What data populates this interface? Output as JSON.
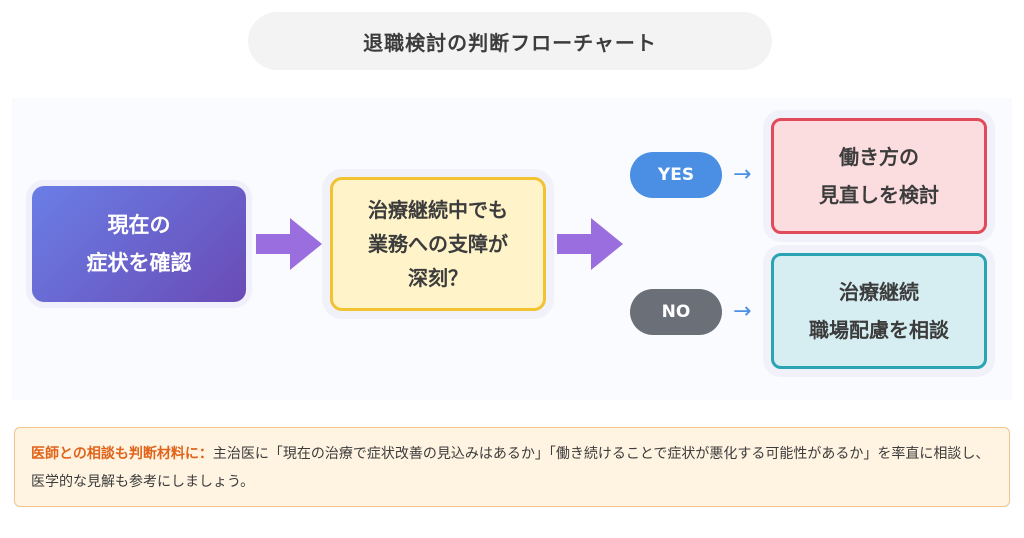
{
  "title": "退職検討の判断フローチャート",
  "nodes": {
    "symptoms": "現在の\n症状を確認",
    "question": "治療継続中でも\n業務への支障が\n深刻？",
    "yes_result": "働き方の\n見直しを検討",
    "no_result": "治療継続\n職場配慮を相談"
  },
  "branches": {
    "yes": "YES",
    "no": "NO",
    "arrow_glyph": "→"
  },
  "colors": {
    "start_gradient": [
      "#6a7ee6",
      "#6a4bb6"
    ],
    "question_fill": "#fff3c9",
    "question_border": "#f2c230",
    "yes_fill": "#fbdcdf",
    "yes_border": "#e04a5a",
    "no_fill": "#d6eef1",
    "no_border": "#2aa3b3",
    "yes_pill": "#4a8fe3",
    "no_pill": "#6a6f78",
    "flow_arrow": "#9b6ee0",
    "note_label": "#e0641a"
  },
  "note": {
    "label": "医師との相談も判断材料に：",
    "text": "主治医に「現在の治療で症状改善の見込みはあるか」「働き続けることで症状が悪化する可能性があるか」を率直に相談し、医学的な見解も参考にしましょう。"
  }
}
